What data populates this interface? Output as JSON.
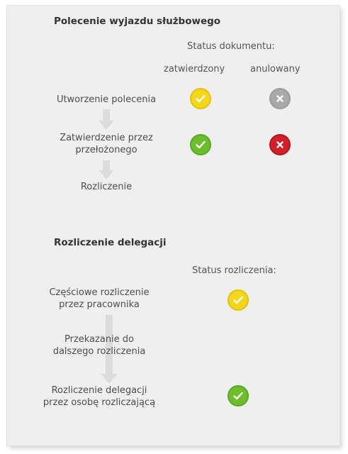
{
  "colors": {
    "approved_yellow": "#f4d71a",
    "approved_green": "#6cbf2b",
    "cancelled_gray": "#a9a9a9",
    "cancelled_red": "#d21f2a",
    "arrow": "#dcdcdc"
  },
  "section1": {
    "title": "Polecenie wyjazdu służbowego",
    "status_header": "Status dokumentu:",
    "col_approved": "zatwierdzony",
    "col_cancelled": "anulowany",
    "steps": [
      {
        "line1": "Utworzenie polecenia",
        "line2": "",
        "approved_icon": "check-icon",
        "approved_color": "yellow",
        "cancelled_icon": "x-icon",
        "cancelled_color": "gray"
      },
      {
        "line1": "Zatwierdzenie przez",
        "line2": "przełożonego",
        "approved_icon": "check-icon",
        "approved_color": "green",
        "cancelled_icon": "x-icon",
        "cancelled_color": "red"
      },
      {
        "line1": "Rozliczenie",
        "line2": ""
      }
    ]
  },
  "section2": {
    "title": "Rozliczenie delegacji",
    "status_header": "Status rozliczenia:",
    "steps": [
      {
        "line1": "Częściowe rozliczenie",
        "line2": "przez pracownika",
        "icon": "check-icon",
        "color": "yellow"
      },
      {
        "line1": "Przekazanie do",
        "line2": "dalszego rozliczenia"
      },
      {
        "line1": "Rozliczenie delegacji",
        "line2": "przez osobę rozliczającą",
        "icon": "check-icon",
        "color": "green"
      }
    ]
  }
}
